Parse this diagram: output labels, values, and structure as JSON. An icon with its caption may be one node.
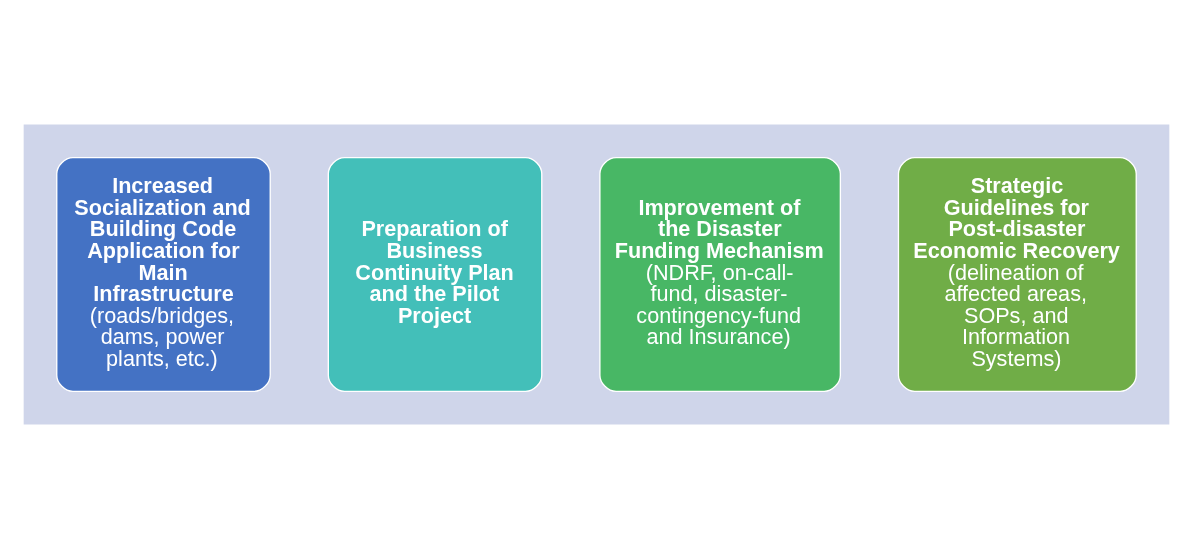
{
  "diagram": {
    "nodes": [
      {
        "text": [],
        "shape": "arrow"
      },
      {
        "text": [
          "Increased Socialization and Building Code Application for Main Infrastructure",
          "(roads/bridges, dams, power plants, etc.)"
        ],
        "in": 0
      },
      {
        "text": [
          "Preparation of Business Continuity Plan and the Pilot Project"
        ],
        "in": 0
      },
      {
        "text": [
          "Improvement of the Disaster Funding Mechanism",
          "(NDRF, on-call-fund, disaster-contingency-fund and Insurance)"
        ],
        "in": 0
      },
      {
        "text": [
          "Strategic Guidelines for Post-disaster Economic Recovery",
          "(delineation of affected areas, SOPs, and Information Systems)"
        ],
        "in": 0
      }
    ]
  }
}
